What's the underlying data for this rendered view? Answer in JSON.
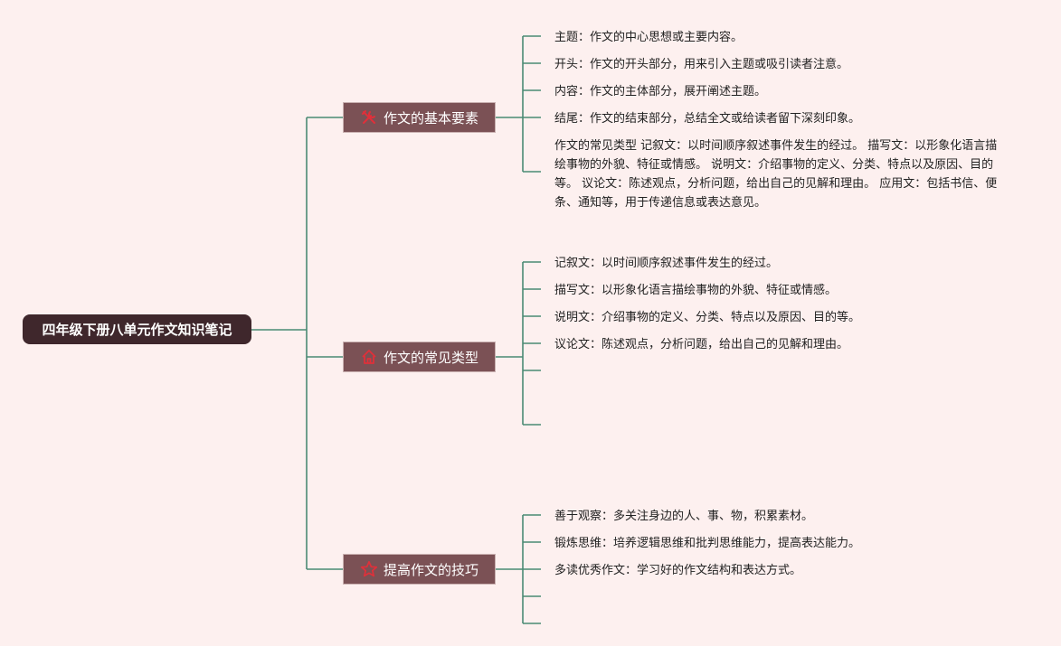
{
  "root": {
    "label": "四年级下册八单元作文知识笔记"
  },
  "branches": [
    {
      "label": "作文的基本要素",
      "icon": "tools-icon",
      "leaves": [
        "主题：作文的中心思想或主要内容。",
        "开头：作文的开头部分，用来引入主题或吸引读者注意。",
        "内容：作文的主体部分，展开阐述主题。",
        "结尾：作文的结束部分，总结全文或给读者留下深刻印象。",
        "作文的常见类型 记叙文：以时间顺序叙述事件发生的经过。 描写文：以形象化语言描绘事物的外貌、特征或情感。 说明文：介绍事物的定义、分类、特点以及原因、目的等。 议论文：陈述观点，分析问题，给出自己的见解和理由。 应用文：包括书信、便条、通知等，用于传递信息或表达意见。"
      ]
    },
    {
      "label": "作文的常见类型",
      "icon": "house-icon",
      "leaves": [
        "记叙文：以时间顺序叙述事件发生的经过。",
        "描写文：以形象化语言描绘事物的外貌、特征或情感。",
        "说明文：介绍事物的定义、分类、特点以及原因、目的等。",
        "议论文：陈述观点，分析问题，给出自己的见解和理由。",
        "",
        ""
      ]
    },
    {
      "label": "提高作文的技巧",
      "icon": "star-icon",
      "leaves": [
        "善于观察：多关注身边的人、事、物，积累素材。",
        "锻炼思维：培养逻辑思维和批判思维能力，提高表达能力。",
        "多读优秀作文：学习好的作文结构和表达方式。",
        "",
        ""
      ]
    }
  ],
  "colors": {
    "background": "#fdf0ef",
    "root_fill": "#3f272c",
    "branch_fill": "#7b5155",
    "connector": "#4a8a74",
    "icon_accent": "#e0303a"
  }
}
